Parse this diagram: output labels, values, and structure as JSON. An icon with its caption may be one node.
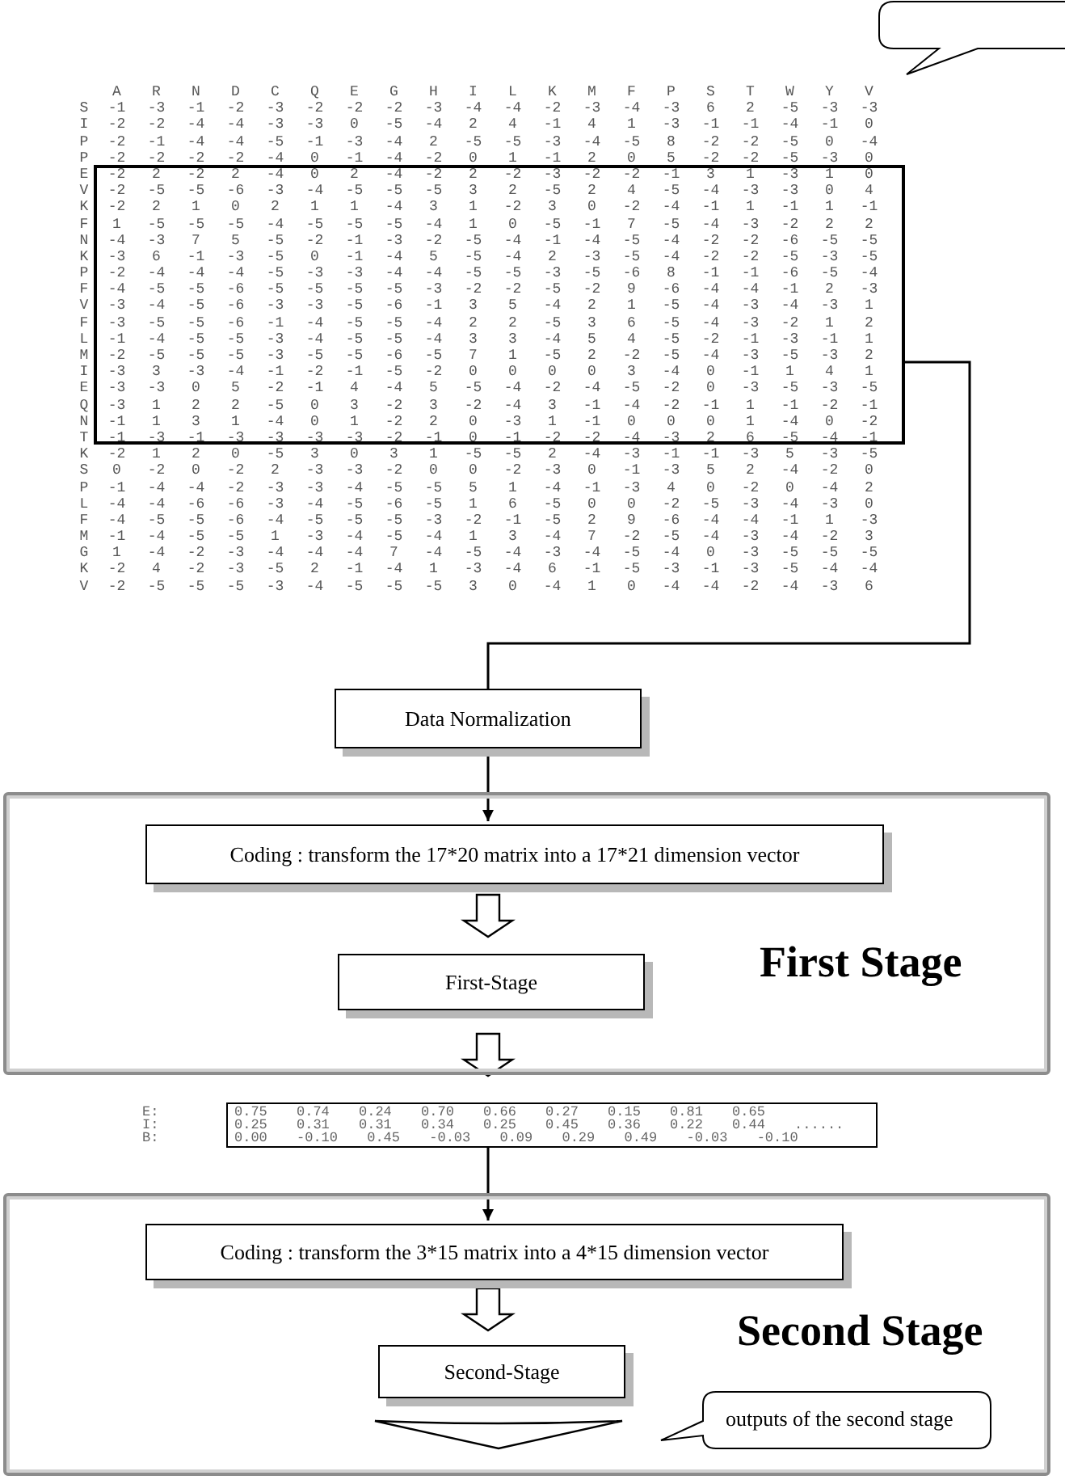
{
  "diagram": {
    "nodes": [
      {
        "text": [],
        "shape": "callout"
      },
      {
        "text": [],
        "shape": "box"
      },
      {
        "text": [
          "Data Normalization"
        ]
      },
      {
        "text": [
          "First Stage"
        ]
      },
      {
        "text": [
          "Coding : transform the 17*20 matrix into a 17*21 dimension vector"
        ],
        "in": 3
      },
      {
        "text": [
          "First-Stage"
        ],
        "in": 3
      },
      {
        "text": [
          "0.75 0.74 0.24 0.70 0.66 0.27 0.15 0.81 0.65",
          "0.25 0.31 0.31 0.34 0.25 0.45 0.36 0.22 0.44 ......",
          "0.00 -0.10 0.45 -0.03 0.09 0.29 0.49 -0.03 -0.10"
        ],
        "beside": [
          "E:",
          "I:",
          "B:"
        ]
      },
      {
        "text": [
          "Second Stage"
        ]
      },
      {
        "text": [
          "Coding : transform the 3*15 matrix into a 4*15 dimension vector"
        ],
        "in": 7
      },
      {
        "text": [
          "Second-Stage"
        ],
        "in": 7
      },
      {
        "text": [
          "outputs of the second stage"
        ],
        "in": 7
      }
    ],
    "edges": [
      {
        "from": 1,
        "to": 2,
        "arrow": "none"
      },
      {
        "from": 2,
        "to": 4,
        "arrow": "to"
      },
      {
        "from": 4,
        "to": 5,
        "arrow": "to",
        "style": "thick"
      },
      {
        "from": 5,
        "to": 6,
        "arrow": "to",
        "style": "thick"
      },
      {
        "from": 6,
        "to": 8,
        "arrow": "to"
      },
      {
        "from": 8,
        "to": 9,
        "arrow": "to",
        "style": "thick"
      },
      {
        "from": 9,
        "to": null,
        "arrow": "to",
        "style": "thick"
      }
    ],
    "labels": [
      "A",
      "R",
      "N",
      "D",
      "C",
      "Q",
      "E",
      "G",
      "H",
      "I",
      "L",
      "K",
      "M",
      "F",
      "P",
      "S",
      "T",
      "W",
      "Y",
      "V",
      "S",
      "-1",
      "-3",
      "-1",
      "-2",
      "-3",
      "-2",
      "-2",
      "-2",
      "-3",
      "-4",
      "-4",
      "-2",
      "-3",
      "-4",
      "-3",
      "6",
      "2",
      "-5",
      "-3",
      "-3",
      "I",
      "-2",
      "-2",
      "-4",
      "-4",
      "-3",
      "-3",
      "0",
      "-5",
      "-4",
      "2",
      "4",
      "-1",
      "4",
      "1",
      "-3",
      "-1",
      "-1",
      "-4",
      "-1",
      "0",
      "P",
      "-2",
      "-1",
      "-4",
      "-4",
      "-5",
      "-1",
      "-3",
      "-4",
      "2",
      "-5",
      "-5",
      "-3",
      "-4",
      "-5",
      "8",
      "-2",
      "-2",
      "-5",
      "0",
      "-4",
      "P",
      "-2",
      "-2",
      "-2",
      "-2",
      "-4",
      "0",
      "-1",
      "-4",
      "-2",
      "0",
      "1",
      "-1",
      "2",
      "0",
      "5",
      "-2",
      "-2",
      "-5",
      "-3",
      "0",
      "E",
      "-2",
      "2",
      "-2",
      "2",
      "-4",
      "0",
      "2",
      "-4",
      "-2",
      "2",
      "-2",
      "-3",
      "-2",
      "-2",
      "-1",
      "3",
      "1",
      "-3",
      "1",
      "0",
      "V",
      "-2",
      "-5",
      "-5",
      "-6",
      "-3",
      "-4",
      "-5",
      "-5",
      "-5",
      "3",
      "2",
      "-5",
      "2",
      "4",
      "-5",
      "-4",
      "-3",
      "-3",
      "0",
      "4",
      "K",
      "-2",
      "2",
      "1",
      "0",
      "2",
      "1",
      "1",
      "-4",
      "3",
      "1",
      "-2",
      "3",
      "0",
      "-2",
      "-4",
      "-1",
      "1",
      "-1",
      "1",
      "-1",
      "F",
      "1",
      "-5",
      "-5",
      "-5",
      "-4",
      "-5",
      "-5",
      "-5",
      "-4",
      "1",
      "0",
      "-5",
      "-1",
      "7",
      "-5",
      "-4",
      "-3",
      "-2",
      "2",
      "2",
      "N",
      "-4",
      "-3",
      "7",
      "5",
      "-5",
      "-2",
      "-1",
      "-3",
      "-2",
      "-5",
      "-4",
      "-1",
      "-4",
      "-5",
      "-4",
      "-2",
      "-2",
      "-6",
      "-5",
      "-5",
      "K",
      "-3",
      "6",
      "-1",
      "-3",
      "-5",
      "0",
      "-1",
      "-4",
      "5",
      "-5",
      "-4",
      "2",
      "-3",
      "-5",
      "-4",
      "-2",
      "-2",
      "-5",
      "-3",
      "-5",
      "P",
      "-2",
      "-4",
      "-4",
      "-4",
      "-5",
      "-3",
      "-3",
      "-4",
      "-4",
      "-5",
      "-5",
      "-3",
      "-5",
      "-6",
      "8",
      "-1",
      "-1",
      "-6",
      "-5",
      "-4",
      "F",
      "-4",
      "-5",
      "-5",
      "-6",
      "-5",
      "-5",
      "-5",
      "-5",
      "-3",
      "-2",
      "-2",
      "-5",
      "-2",
      "9",
      "-6",
      "-4",
      "-4",
      "-1",
      "2",
      "-3",
      "V",
      "-3",
      "-4",
      "-5",
      "-6",
      "-3",
      "-3",
      "-5",
      "-6",
      "-1",
      "3",
      "5",
      "-4",
      "2",
      "1",
      "-5",
      "-4",
      "-3",
      "-4",
      "-3",
      "1",
      "F",
      "-3",
      "-5",
      "-5",
      "-6",
      "-1",
      "-4",
      "-5",
      "-5",
      "-4",
      "2",
      "2",
      "-5",
      "3",
      "6",
      "-5",
      "-4",
      "-3",
      "-2",
      "1",
      "2",
      "L",
      "-1",
      "-4",
      "-5",
      "-5",
      "-3",
      "-4",
      "-5",
      "-5",
      "-4",
      "3",
      "3",
      "-4",
      "5",
      "4",
      "-5",
      "-2",
      "-1",
      "-3",
      "-1",
      "1",
      "M",
      "-2",
      "-5",
      "-5",
      "-5",
      "-3",
      "-5",
      "-5",
      "-6",
      "-5",
      "7",
      "1",
      "-5",
      "2",
      "-2",
      "-5",
      "-4",
      "-3",
      "-5",
      "-3",
      "2",
      "I",
      "-3",
      "3",
      "-3",
      "-4",
      "-1",
      "-2",
      "-1",
      "-5",
      "-2",
      "0",
      "0",
      "0",
      "0",
      "3",
      "-4",
      "0",
      "-1",
      "1",
      "4",
      "1",
      "E",
      "-3",
      "-3",
      "0",
      "5",
      "-2",
      "-1",
      "4",
      "-4",
      "5",
      "-5",
      "-4",
      "-2",
      "-4",
      "-5",
      "-2",
      "0",
      "-3",
      "-5",
      "-3",
      "-5",
      "Q",
      "-3",
      "1",
      "2",
      "2",
      "-5",
      "0",
      "3",
      "-2",
      "3",
      "-2",
      "-4",
      "3",
      "-1",
      "-4",
      "-2",
      "-1",
      "1",
      "-1",
      "-2",
      "-1",
      "N",
      "-1",
      "1",
      "3",
      "1",
      "-4",
      "0",
      "1",
      "-2",
      "2",
      "0",
      "-3",
      "1",
      "-1",
      "0",
      "0",
      "0",
      "1",
      "-4",
      "0",
      "-2",
      "T",
      "-1",
      "-3",
      "-1",
      "-3",
      "-3",
      "-3",
      "-3",
      "-2",
      "-1",
      "0",
      "-1",
      "-2",
      "-2",
      "-4",
      "-3",
      "2",
      "6",
      "-5",
      "-4",
      "-1",
      "K",
      "-2",
      "1",
      "2",
      "0",
      "-5",
      "3",
      "0",
      "3",
      "1",
      "-5",
      "-5",
      "2",
      "-4",
      "-3",
      "-1",
      "-1",
      "-3",
      "5",
      "-3",
      "-5",
      "S",
      "0",
      "-2",
      "0",
      "-2",
      "2",
      "-3",
      "-3",
      "-2",
      "0",
      "0",
      "-2",
      "-3",
      "0",
      "-1",
      "-3",
      "5",
      "2",
      "-4",
      "-2",
      "0",
      "P",
      "-1",
      "-4",
      "-4",
      "-2",
      "-3",
      "-3",
      "-4",
      "-5",
      "-5",
      "5",
      "1",
      "-4",
      "-1",
      "-3",
      "4",
      "0",
      "-2",
      "0",
      "-4",
      "2",
      "L",
      "-4",
      "-4",
      "-6",
      "-6",
      "-3",
      "-4",
      "-5",
      "-6",
      "-5",
      "1",
      "6",
      "-5",
      "0",
      "0",
      "-2",
      "-5",
      "-3",
      "-4",
      "-3",
      "0",
      "F",
      "-4",
      "-5",
      "-5",
      "-6",
      "-4",
      "-5",
      "-5",
      "-5",
      "-3",
      "-2",
      "-1",
      "-5",
      "2",
      "9",
      "-6",
      "-4",
      "-4",
      "-1",
      "1",
      "-3",
      "M",
      "-1",
      "-4",
      "-5",
      "-5",
      "1",
      "-3",
      "-4",
      "-5",
      "-4",
      "1",
      "3",
      "-4",
      "7",
      "-2",
      "-5",
      "-4",
      "-3",
      "-4",
      "-2",
      "3",
      "G",
      "1",
      "-4",
      "-2",
      "-3",
      "-4",
      "-4",
      "-4",
      "7",
      "-4",
      "-5",
      "-4",
      "-3",
      "-4",
      "-5",
      "-4",
      "0",
      "-3",
      "-5",
      "-5",
      "-5",
      "K",
      "-2",
      "4",
      "-2",
      "-3",
      "-5",
      "2",
      "-1",
      "-4",
      "1",
      "-3",
      "-4",
      "6",
      "-1",
      "-5",
      "-3",
      "-1",
      "-3",
      "-5",
      "-4",
      "-4",
      "V",
      "-2",
      "-5",
      "-5",
      "-5",
      "-3",
      "-4",
      "-5",
      "-5",
      "-5",
      "3",
      "0",
      "-4",
      "1",
      "0",
      "-4",
      "-4",
      "-2",
      "-4",
      "-3",
      "6"
    ]
  }
}
